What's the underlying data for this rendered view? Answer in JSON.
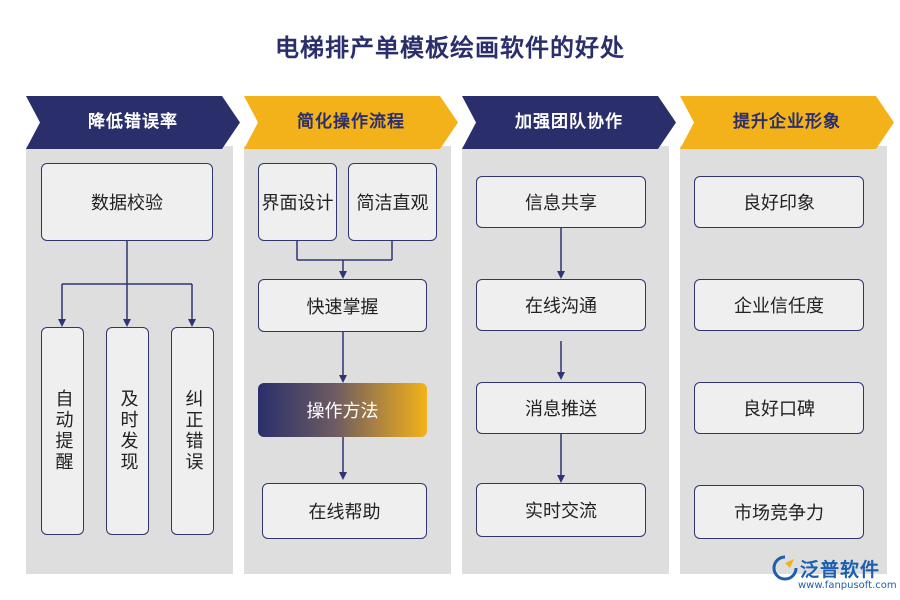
{
  "title": "电梯排产单模板绘画软件的好处",
  "columns": [
    {
      "header": "降低错误率",
      "main_box": "数据校验",
      "sub_boxes": [
        "自动提醒",
        "及时发现",
        "纠正错误"
      ]
    },
    {
      "header": "简化操作流程",
      "top_boxes": [
        "界面设计",
        "简洁直观"
      ],
      "steps": [
        "快速掌握",
        "操作方法",
        "在线帮助"
      ]
    },
    {
      "header": "加强团队协作",
      "steps": [
        "信息共享",
        "在线沟通",
        "消息推送",
        "实时交流"
      ]
    },
    {
      "header": "提升企业形象",
      "items": [
        "良好印象",
        "企业信任度",
        "良好口碑",
        "市场竞争力"
      ]
    }
  ],
  "brand": {
    "name": "泛普软件",
    "url": "www.fanpusoft.com"
  },
  "colors": {
    "navy": "#2a2f6b",
    "yellow": "#f3b219",
    "panel": "#dedede",
    "box": "#efefef"
  }
}
